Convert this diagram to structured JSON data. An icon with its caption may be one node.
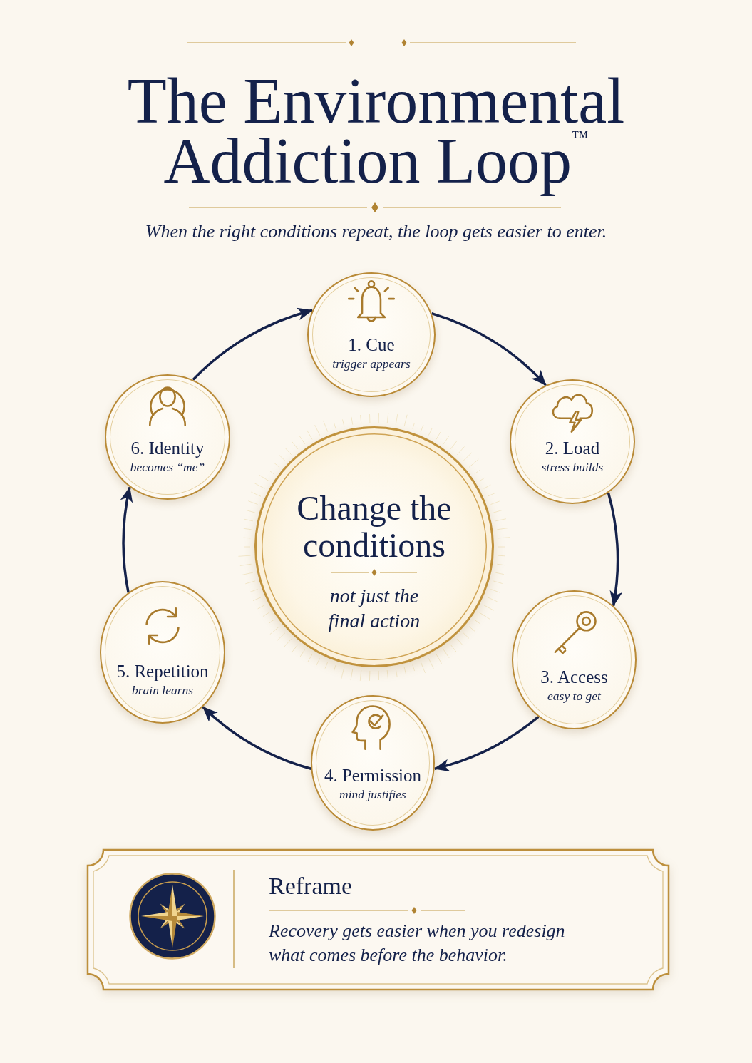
{
  "diagram": {
    "title": "The Environmental Addiction Loop$^{™}$",
    "nodes": [
      {
        "text": [
          "1. Cue",
          "trigger appears"
        ]
      },
      {
        "text": [
          "2. Load",
          "stress builds"
        ]
      },
      {
        "text": [
          "3. Access",
          "easy to get"
        ]
      },
      {
        "text": [
          "4. Permission",
          "mind justifies"
        ]
      },
      {
        "text": [
          "5. Repetition",
          "brain learns"
        ]
      },
      {
        "text": [
          "6. Identity",
          "becomes “me”"
        ]
      },
      {
        "text": [
          "Change the conditions",
          "not just the final action"
        ]
      },
      {
        "text": [
          "Reframe",
          "Recovery gets easier when you redesign what comes before the behavior."
        ]
      }
    ],
    "edges": [
      {
        "from": 0,
        "to": 1,
        "arrow": "to"
      },
      {
        "from": 1,
        "to": 2,
        "arrow": "to"
      },
      {
        "from": 2,
        "to": 3,
        "arrow": "to"
      },
      {
        "from": 3,
        "to": 4,
        "arrow": "to"
      },
      {
        "from": 4,
        "to": 5,
        "arrow": "to"
      },
      {
        "from": 5,
        "to": 0,
        "arrow": "to"
      }
    ],
    "labels": [
      "When the right conditions repeat, the loop gets easier to enter."
    ]
  }
}
